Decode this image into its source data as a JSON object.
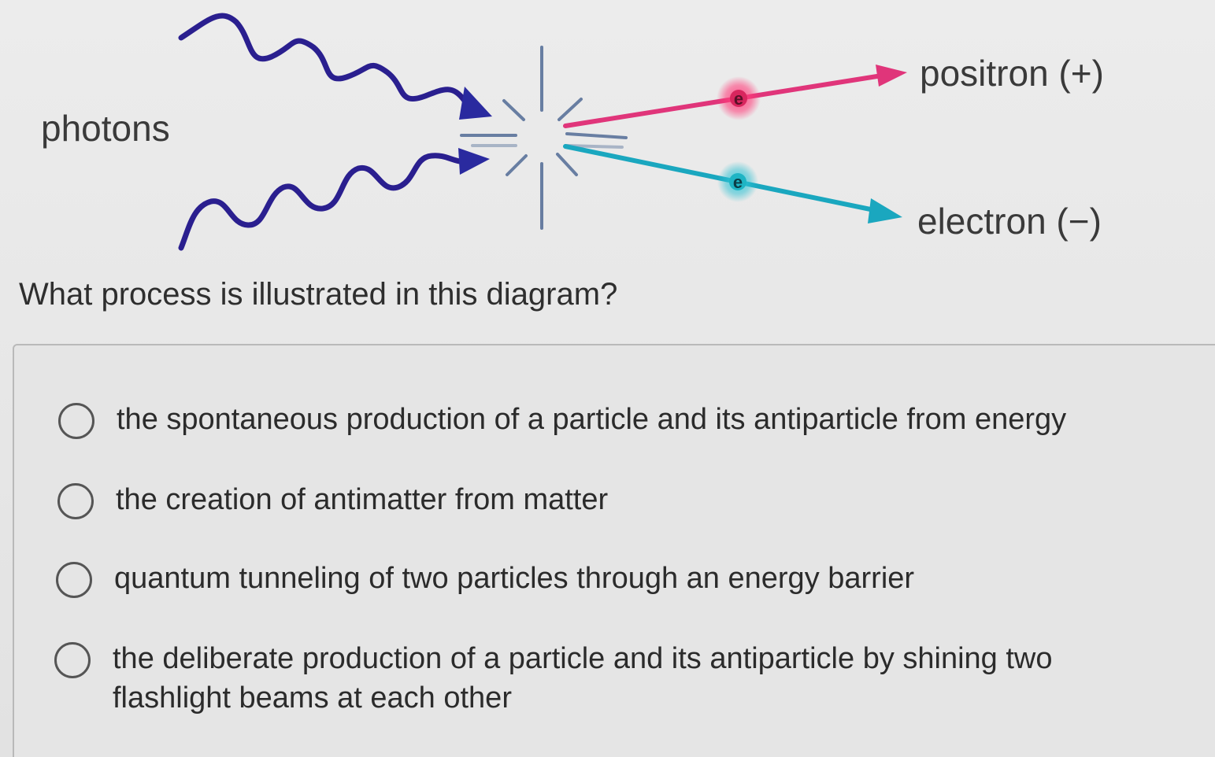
{
  "diagram": {
    "labels": {
      "photons": "photons",
      "positron": "positron (+)",
      "electron": "electron (−)",
      "particle_symbol": "e"
    },
    "colors": {
      "photon_wave": "#2a1f8f",
      "positron": "#e0357a",
      "electron": "#1aa7bf",
      "burst": "#3d5a8a"
    }
  },
  "question": {
    "text": "What process is illustrated in this diagram?"
  },
  "options": [
    {
      "label": "the spontaneous production of a particle and its antiparticle from energy",
      "selected": false
    },
    {
      "label": "the creation of antimatter from matter",
      "selected": false
    },
    {
      "label": "quantum tunneling of two particles through an energy barrier",
      "selected": false
    },
    {
      "label": "the deliberate production of a particle and its antiparticle by shining two flashlight beams at each other",
      "selected": false
    }
  ]
}
